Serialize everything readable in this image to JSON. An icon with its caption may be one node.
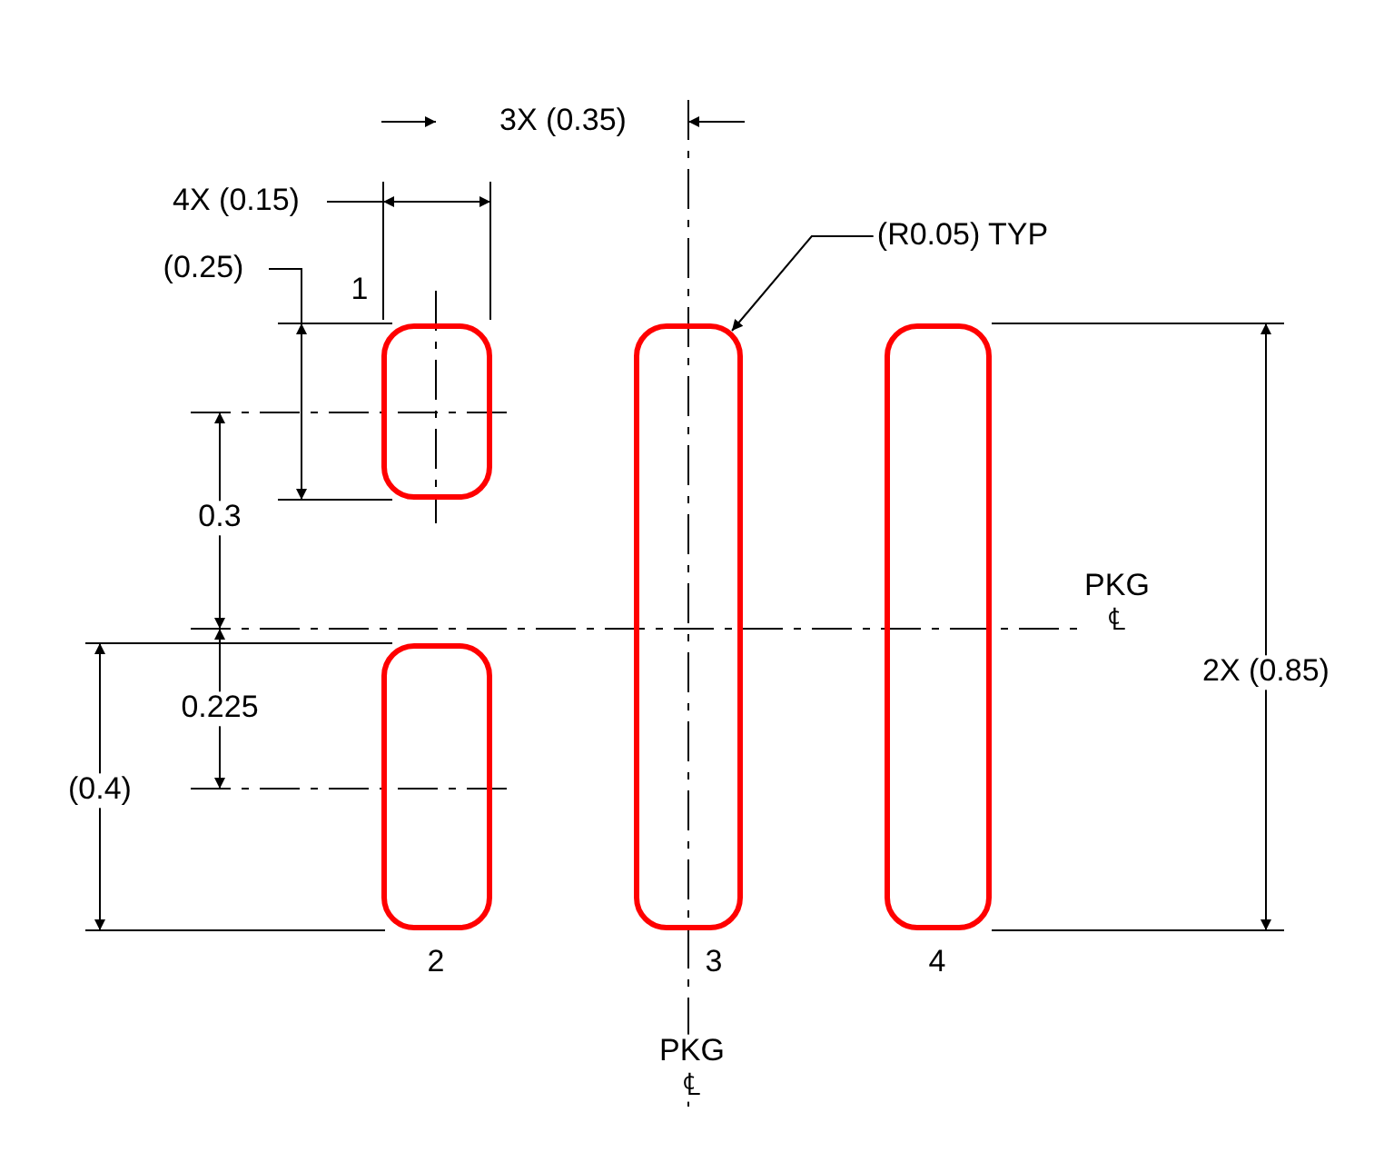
{
  "diagram": {
    "nodes": [
      {
        "text": [],
        "shape": "box",
        "beside": [
          "1"
        ]
      },
      {
        "text": [],
        "shape": "box",
        "beside": [
          "2"
        ]
      },
      {
        "text": [],
        "shape": "box",
        "beside": [
          "3"
        ]
      },
      {
        "text": [],
        "shape": "box",
        "beside": [
          "4"
        ]
      },
      {
        "text": [
          "(R0.05) TYP"
        ]
      }
    ],
    "edges": [
      {
        "from": 4,
        "to": 2,
        "arrow": "to"
      }
    ],
    "labels": [
      "3X (0.35)",
      "4X (0.15)",
      "(0.25)",
      "0.3",
      "PKG ℄",
      "0.225",
      "(0.4)",
      "2X (0.85)",
      "PKG ℄"
    ]
  }
}
